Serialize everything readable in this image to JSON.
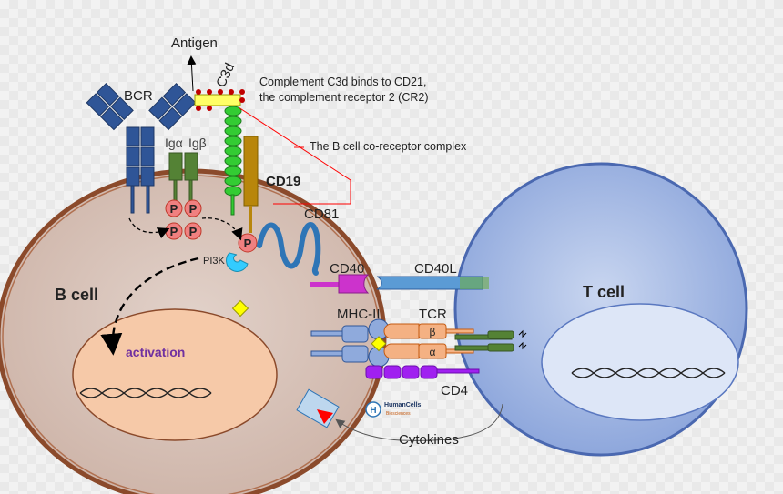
{
  "labels": {
    "antigen": "Antigen",
    "bcr": "BCR",
    "c3d": "C3d",
    "complement_line1": "Complement C3d binds to CD21,",
    "complement_line2": "the complement receptor 2 (CR2)",
    "igalpha": "Igα",
    "igbeta": "Igβ",
    "coreceptor": "The B cell co-receptor complex",
    "cd19": "CD19",
    "cd81": "CD81",
    "p": "P",
    "pi3k": "PI3K",
    "cd40": "CD40",
    "cd40l": "CD40L",
    "bcell": "B cell",
    "tcell": "T cell",
    "mhc": "MHC-II",
    "tcr": "TCR",
    "tcr_beta": "β",
    "tcr_alpha": "α",
    "activation": "activation",
    "cd4": "CD4",
    "cytokines": "Cytokines",
    "logo_letter": "H",
    "logo_name": "HumanCells",
    "logo_sub": "Biosciences"
  },
  "colors": {
    "bcell_fill": "#d7c1b7",
    "bcell_border": "#8b4a2b",
    "nucleus": "#f6c9a8",
    "tcell_fill": "#a9bde6",
    "tcell_border": "#4a68b0",
    "bcr": "#2f5597",
    "ig": "#548235",
    "phospho": "#f08080",
    "cd21": "#33cc33",
    "cd19": "#b8860b",
    "cd81": "#2e75b6",
    "cd40": "#cc33cc",
    "cd40l": "#5b9bd5",
    "pi3k": "#33ccff",
    "mhc": "#8faadc",
    "tcr": "#f4b183",
    "cd4": "#a020f0",
    "activation_text": "#7030a0",
    "bracket": "#ff0000"
  }
}
